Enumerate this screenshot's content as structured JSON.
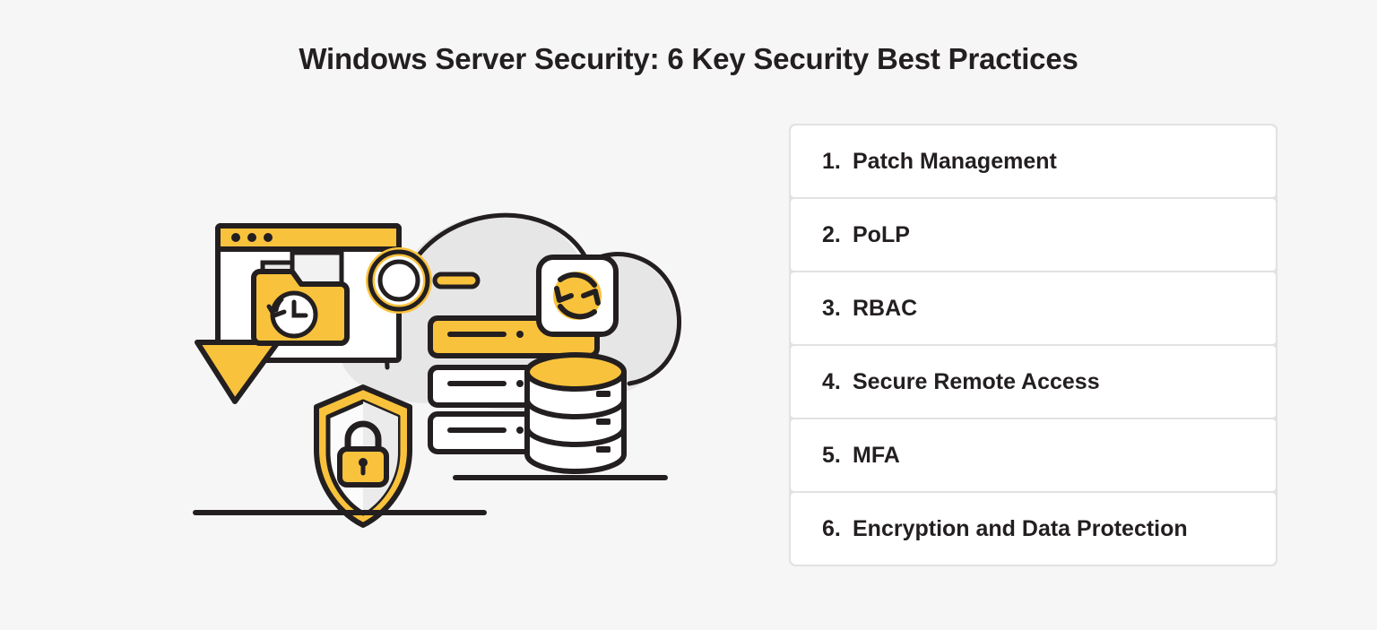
{
  "page": {
    "title": "Windows Server Security: 6 Key Security Best Practices",
    "background_color": "#f6f6f6",
    "text_color": "#231f20",
    "accent_color": "#f9c23c",
    "outline_color": "#231f20",
    "cloud_color": "#e6e6e6",
    "card_color": "#ffffff",
    "card_frame_color": "#e2e2e2"
  },
  "practices": {
    "items": [
      {
        "number": "1.",
        "label": "Patch Management"
      },
      {
        "number": "2.",
        "label": "PoLP"
      },
      {
        "number": "3.",
        "label": "RBAC"
      },
      {
        "number": "4.",
        "label": "Secure Remote Access"
      },
      {
        "number": "5.",
        "label": "MFA"
      },
      {
        "number": "6.",
        "label": "Encryption and Data Protection"
      }
    ]
  },
  "illustration": {
    "elements": [
      "cloud-shape",
      "browser-window",
      "browser-titlebar-dots",
      "folder-history-icon",
      "triangle-pointer",
      "ring-icon",
      "pill-bar",
      "server-rack-yellow",
      "server-rack-white-1",
      "server-rack-white-2",
      "database-cylinder",
      "sync-refresh-icon",
      "shield-lock-icon",
      "ground-line-left",
      "ground-line-right"
    ]
  }
}
